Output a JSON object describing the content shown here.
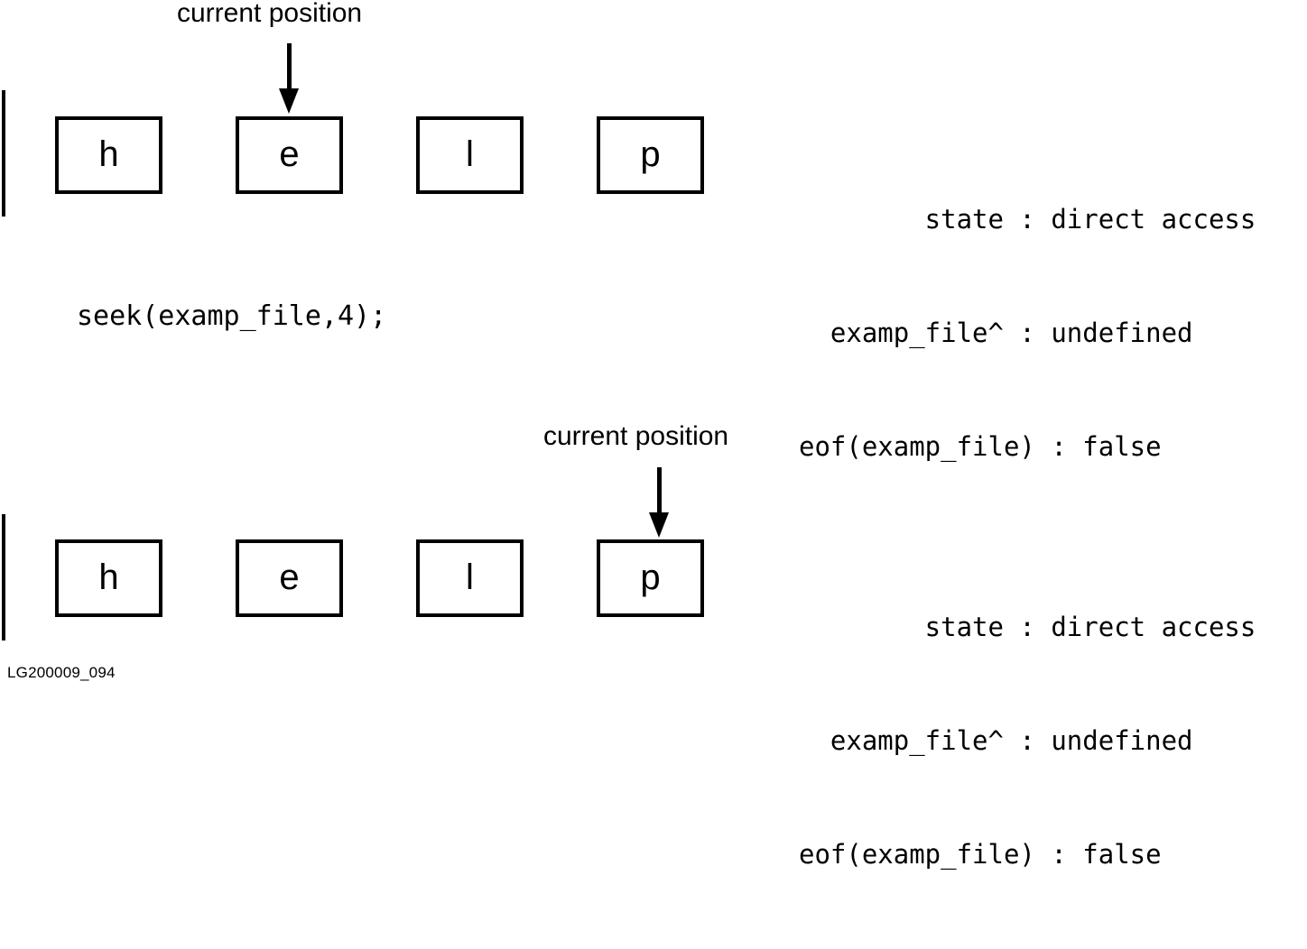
{
  "figure": {
    "id_caption": "LG200009_094",
    "background_color": "#ffffff",
    "ink_color": "#000000"
  },
  "code": {
    "statement": "seek(examp_file,4);"
  },
  "annotation": {
    "label_top": "current position",
    "label_bottom": "current position",
    "arrow_icon": "down-arrow-icon"
  },
  "panels": [
    {
      "name": "before-seek",
      "cells": [
        {
          "letter": "h",
          "index": 1
        },
        {
          "letter": "e",
          "index": 2
        },
        {
          "letter": "l",
          "index": 3
        },
        {
          "letter": "p",
          "index": 4
        }
      ],
      "current_position_index": 2,
      "state": {
        "lines": [
          "        state : direct access",
          "  examp_file^ : undefined",
          "eof(examp_file) : false"
        ],
        "fields": [
          {
            "key": "state",
            "value": "direct access"
          },
          {
            "key": "examp_file^",
            "value": "undefined"
          },
          {
            "key": "eof(examp_file)",
            "value": "false"
          }
        ]
      }
    },
    {
      "name": "after-seek",
      "cells": [
        {
          "letter": "h",
          "index": 1
        },
        {
          "letter": "e",
          "index": 2
        },
        {
          "letter": "l",
          "index": 3
        },
        {
          "letter": "p",
          "index": 4
        }
      ],
      "current_position_index": 4,
      "state": {
        "lines": [
          "        state : direct access",
          "  examp_file^ : undefined",
          "eof(examp_file) : false"
        ],
        "fields": [
          {
            "key": "state",
            "value": "direct access"
          },
          {
            "key": "examp_file^",
            "value": "undefined"
          },
          {
            "key": "eof(examp_file)",
            "value": "false"
          }
        ]
      }
    }
  ]
}
